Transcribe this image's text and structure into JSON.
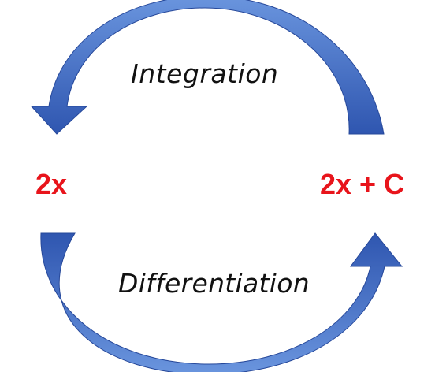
{
  "diagram": {
    "top_arrow_label": "Integration",
    "bottom_arrow_label": "Differentiation",
    "left_expression": "2x",
    "right_expression": "2x + C",
    "colors": {
      "arrow_fill_light": "#5a87d6",
      "arrow_fill_dark": "#2f56b0",
      "arrow_stroke": "#26489a",
      "expression": "#e8141b",
      "label": "#111111"
    }
  }
}
